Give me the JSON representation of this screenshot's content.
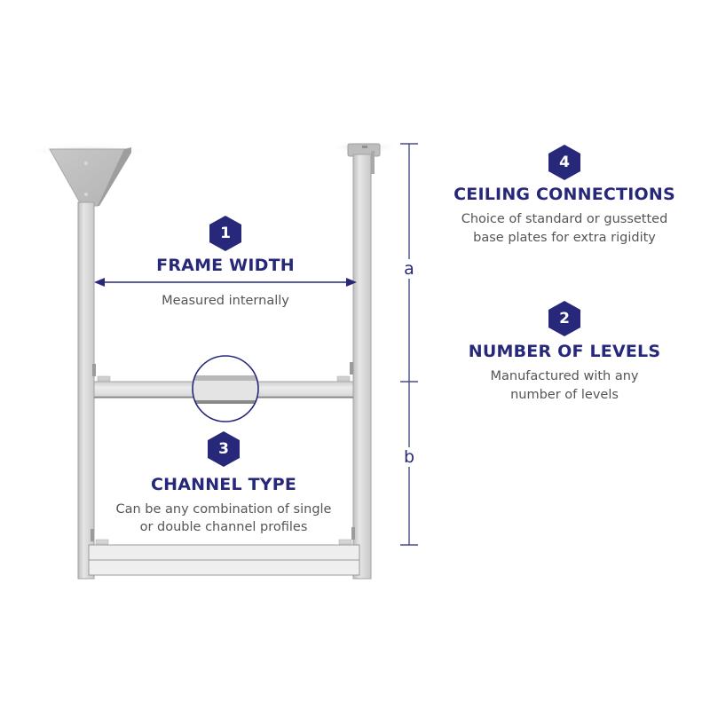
{
  "colors": {
    "accent": "#27287a",
    "text_secondary": "#555555",
    "frame_metal": "#d9d9d9",
    "frame_edge": "#9a9a9a",
    "background": "#ffffff"
  },
  "callouts": [
    {
      "number": "1",
      "title": "FRAME WIDTH",
      "lines": [
        "Measured internally"
      ]
    },
    {
      "number": "2",
      "title": "NUMBER OF LEVELS",
      "lines": [
        "Manufactured with any",
        "number of levels"
      ]
    },
    {
      "number": "3",
      "title": "CHANNEL TYPE",
      "lines": [
        "Can be any combination of single",
        "or double channel profiles"
      ]
    },
    {
      "number": "4",
      "title": "CEILING CONNECTIONS",
      "lines": [
        "Choice of standard or gussetted",
        "base plates for extra rigidity"
      ]
    }
  ],
  "dimensions": {
    "upper_label": "a",
    "lower_label": "b"
  },
  "icons": {
    "badge_shape": "hexagon-badge-icon",
    "width_arrow": "double-arrow-icon",
    "detail_circle": "magnifier-circle-icon"
  }
}
